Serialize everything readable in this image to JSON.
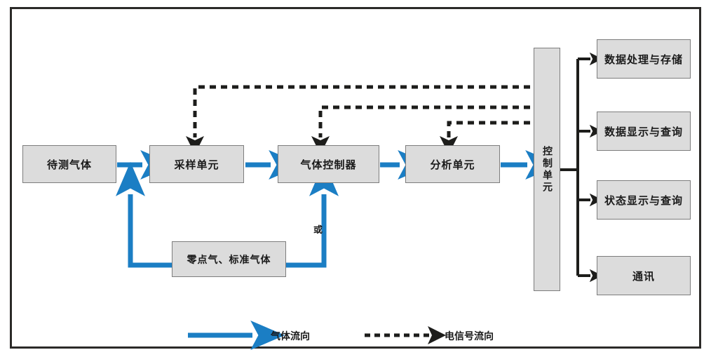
{
  "diagram": {
    "title_partial": "",
    "colors": {
      "gas_flow": "#1b7ec4",
      "signal_flow": "#1d1d1b",
      "node_fill": "#dcdcdc",
      "node_border": "#7d7d7d",
      "frame_border": "#2b2a28"
    },
    "process_nodes": [
      {
        "id": "sample-gas",
        "label": "待测气体"
      },
      {
        "id": "sampling-unit",
        "label": "采样单元"
      },
      {
        "id": "gas-controller",
        "label": "气体控制器"
      },
      {
        "id": "analysis-unit",
        "label": "分析单元"
      },
      {
        "id": "control-unit",
        "label": "控制单元"
      }
    ],
    "calibration_node": {
      "id": "zero-standard-gas",
      "label": "零点气、标准气体"
    },
    "or_label": "或",
    "output_nodes": [
      {
        "id": "data-processing-storage",
        "label": "数据处理与存储"
      },
      {
        "id": "data-display-query",
        "label": "数据显示与查询"
      },
      {
        "id": "status-display-query",
        "label": "状态显示与查询"
      },
      {
        "id": "communication",
        "label": "通讯"
      }
    ],
    "legend": [
      {
        "id": "gas-flow",
        "label": "气体流向",
        "style": "solid-blue-arrow"
      },
      {
        "id": "signal-flow",
        "label": "电信号流向",
        "style": "dashed-black-arrow"
      }
    ]
  }
}
